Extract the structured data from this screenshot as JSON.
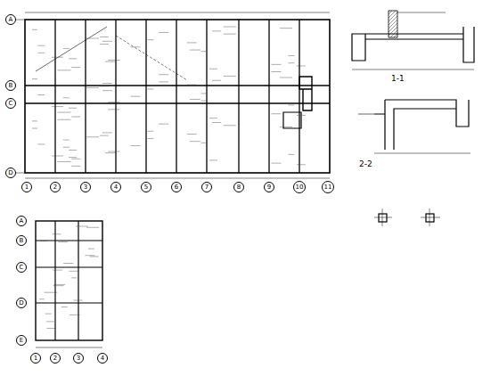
{
  "diagram": {
    "nodes": [
      {
        "text": [
          "1"
        ]
      },
      {
        "text": [
          "2"
        ]
      },
      {
        "text": [
          "3"
        ]
      },
      {
        "text": [
          "4"
        ]
      },
      {
        "text": [
          "5"
        ]
      },
      {
        "text": [
          "6"
        ]
      },
      {
        "text": [
          "7"
        ]
      },
      {
        "text": [
          "8"
        ]
      },
      {
        "text": [
          "9"
        ]
      },
      {
        "text": [
          "10"
        ]
      },
      {
        "text": [
          "11"
        ]
      },
      {
        "text": [
          "A"
        ]
      },
      {
        "text": [
          "B"
        ]
      },
      {
        "text": [
          "C"
        ]
      },
      {
        "text": [
          "D"
        ]
      },
      {
        "text": [
          "1"
        ]
      },
      {
        "text": [
          "2"
        ]
      },
      {
        "text": [
          "3"
        ]
      },
      {
        "text": [
          "4"
        ]
      },
      {
        "text": [
          "A"
        ]
      },
      {
        "text": [
          "B"
        ]
      },
      {
        "text": [
          "C"
        ]
      },
      {
        "text": [
          "D"
        ]
      },
      {
        "text": [
          "E"
        ]
      }
    ],
    "labels": [
      "1-1",
      "2-2"
    ]
  }
}
